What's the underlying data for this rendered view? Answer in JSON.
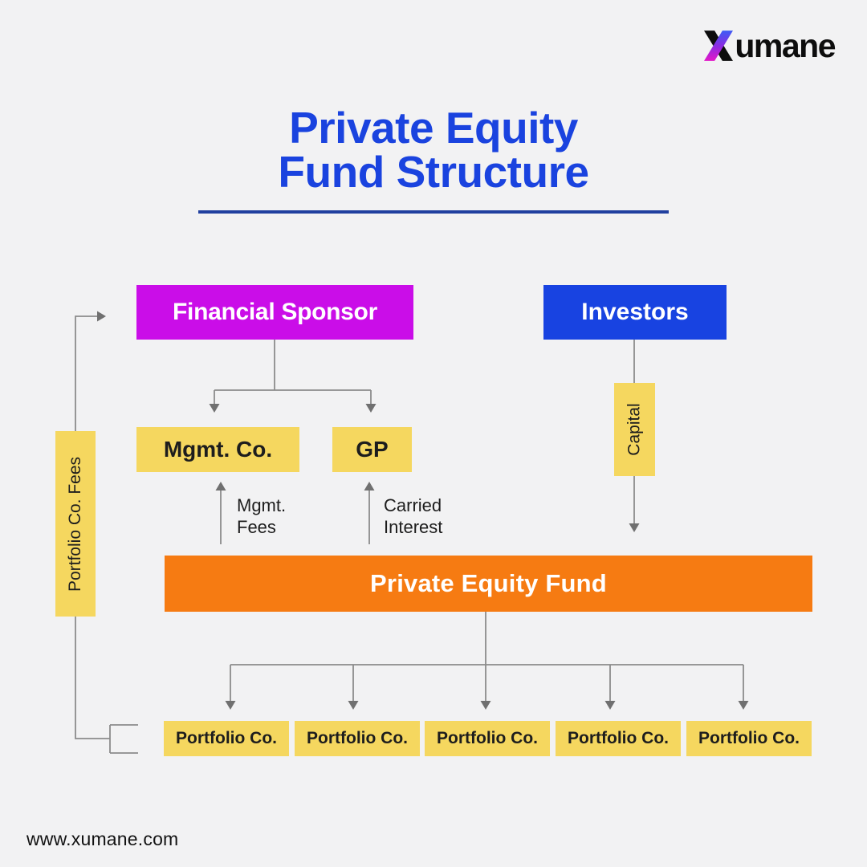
{
  "brand": {
    "logo_mark": "X",
    "logo_word": "umane",
    "website": "www.xumane.com"
  },
  "header": {
    "title_line1": "Private Equity",
    "title_line2": "Fund Structure"
  },
  "diagram": {
    "financial_sponsor": "Financial Sponsor",
    "investors": "Investors",
    "mgmt_co": "Mgmt. Co.",
    "gp": "GP",
    "pe_fund": "Private Equity Fund",
    "capital_label": "Capital",
    "mgmt_fees_label": "Mgmt. Fees",
    "carried_interest_label": "Carried Interest",
    "portfolio_fees_label": "Portfolio Co. Fees",
    "portfolio_companies": [
      "Portfolio Co.",
      "Portfolio Co.",
      "Portfolio Co.",
      "Portfolio Co.",
      "Portfolio Co."
    ]
  },
  "colors": {
    "background": "#f2f2f3",
    "title-blue": "#1a43df",
    "underline-navy": "#21409f",
    "magenta": "#ca0de8",
    "box-blue": "#1843e1",
    "yellow": "#f5d75f",
    "orange": "#f67b12",
    "line-gray": "#8c8c8c",
    "arrow-gray": "#707070",
    "text-dark": "#1d1d1d"
  }
}
